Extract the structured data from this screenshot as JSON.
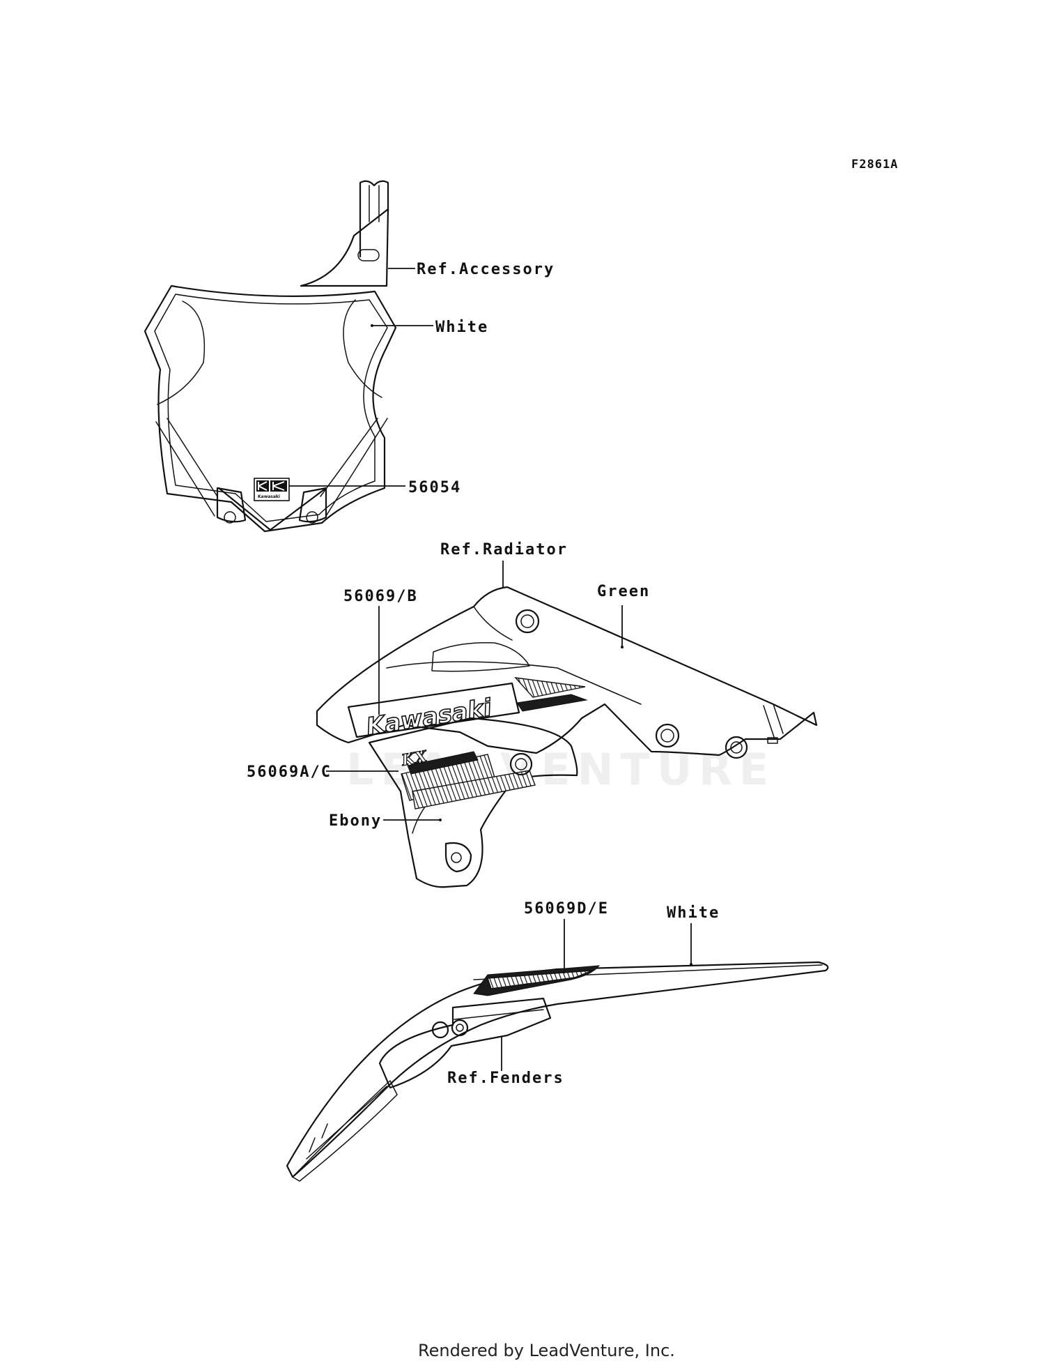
{
  "diagram": {
    "figure_code": "F2861A",
    "watermark": "LEADVENTURE",
    "footer": "Rendered by LeadVenture, Inc."
  },
  "number_plate": {
    "callouts": {
      "ref_accessory": "Ref.Accessory",
      "color_white": "White",
      "part_56054": "56054"
    },
    "badge_text": "Kawasaki"
  },
  "radiator_shroud": {
    "callouts": {
      "ref_radiator": "Ref.Radiator",
      "color_green": "Green",
      "part_56069b": "56069/B",
      "part_56069ac": "56069A/C",
      "color_ebony": "Ebony"
    },
    "decal_text": "Kawasaki",
    "model_text": "KX"
  },
  "rear_fender": {
    "callouts": {
      "part_56069de": "56069D/E",
      "color_white": "White",
      "ref_fenders": "Ref.Fenders"
    }
  }
}
